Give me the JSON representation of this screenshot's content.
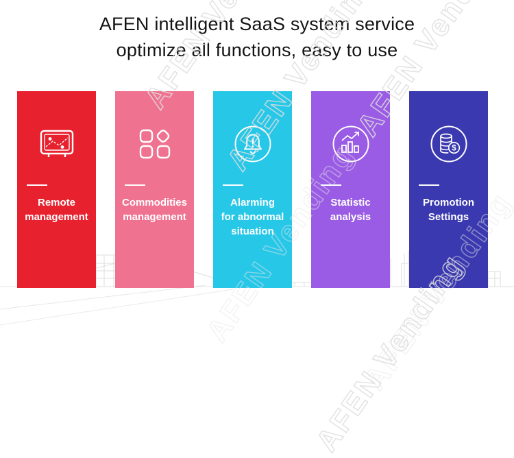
{
  "header": {
    "title_line1": "AFEN intelligent SaaS system service",
    "title_line2": "optimize all functions, easy to use"
  },
  "watermark": {
    "text": "AFEN Vending"
  },
  "cards": [
    {
      "icon": "remote-management-icon",
      "color": "#e7212e",
      "label_lines": [
        "Remote",
        "management"
      ]
    },
    {
      "icon": "commodities-management-icon",
      "color": "#ef7290",
      "label_lines": [
        "Commodities",
        "management"
      ]
    },
    {
      "icon": "alarm-bell-icon",
      "color": "#27c7e8",
      "label_lines": [
        "Alarming",
        "for abnormal",
        "situation"
      ]
    },
    {
      "icon": "statistic-analysis-icon",
      "color": "#9a5ce4",
      "label_lines": [
        "Statistic",
        "analysis"
      ]
    },
    {
      "icon": "promotion-settings-icon",
      "color": "#3a39b0",
      "label_lines": [
        "Promotion",
        "Settings"
      ]
    }
  ]
}
